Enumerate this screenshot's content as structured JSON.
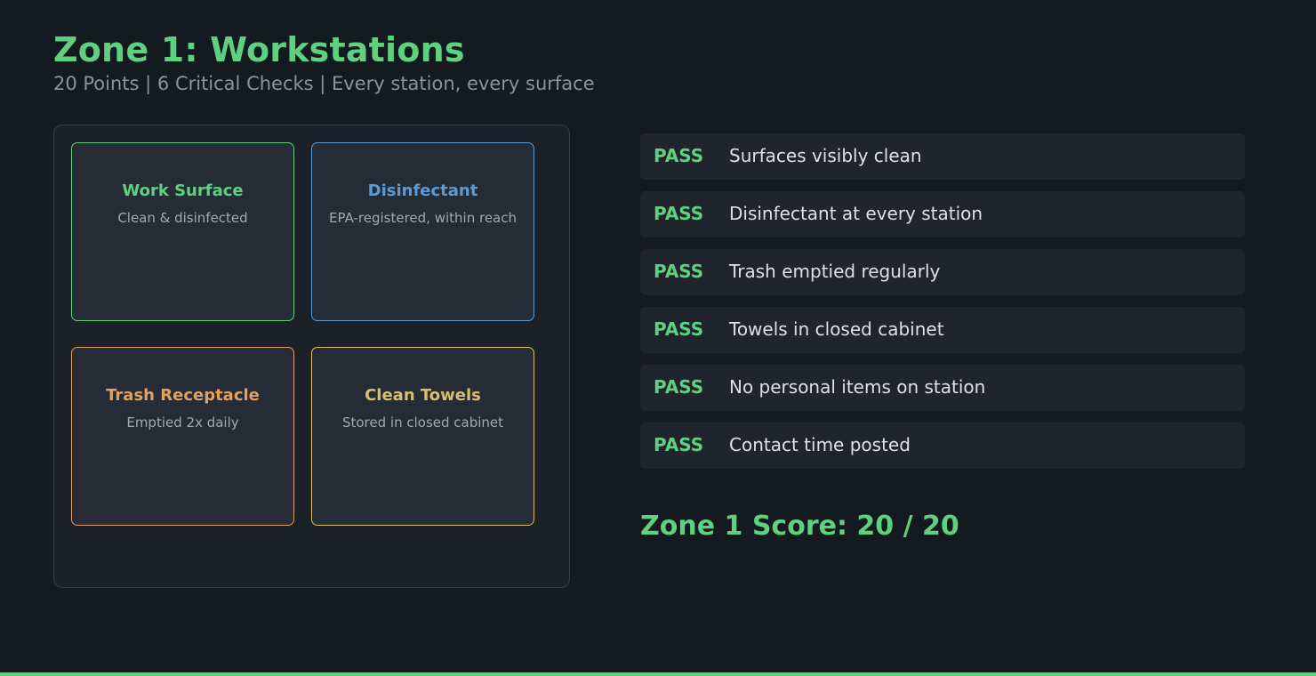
{
  "header": {
    "title": "Zone 1: Workstations",
    "subtitle": "20 Points  |  6 Critical Checks  |  Every station, every surface"
  },
  "cards": [
    {
      "title": "Work Surface",
      "desc": "Clean & disinfected",
      "color": "#5fd07f"
    },
    {
      "title": "Disinfectant",
      "desc": "EPA-registered, within reach",
      "color": "#5b9bd5"
    },
    {
      "title": "Trash Receptacle",
      "desc": "Emptied 2x daily",
      "color": "#e0a062"
    },
    {
      "title": "Clean Towels",
      "desc": "Stored in closed cabinet",
      "color": "#d9be6c"
    }
  ],
  "checks": [
    {
      "status": "PASS",
      "text": "Surfaces visibly clean"
    },
    {
      "status": "PASS",
      "text": "Disinfectant at every station"
    },
    {
      "status": "PASS",
      "text": "Trash emptied regularly"
    },
    {
      "status": "PASS",
      "text": "Towels in closed cabinet"
    },
    {
      "status": "PASS",
      "text": "No personal items on station"
    },
    {
      "status": "PASS",
      "text": "Contact time posted"
    }
  ],
  "score": "Zone 1 Score: 20 / 20",
  "colors": {
    "accent": "#5fd07f",
    "background": "#151920"
  }
}
